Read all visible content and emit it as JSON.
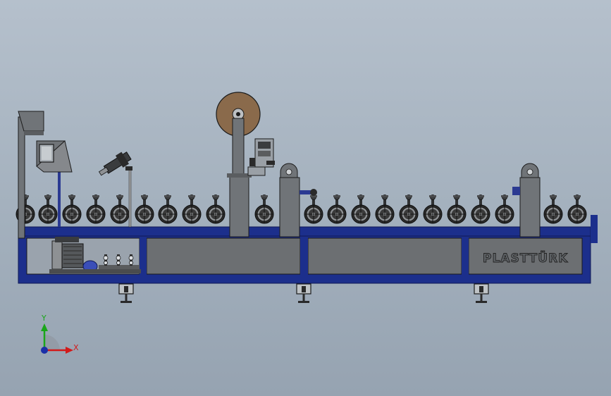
{
  "viewport": {
    "background": "#a3b0bd"
  },
  "model": {
    "brand_label": "PLASTTÜRK",
    "colors": {
      "frame_blue": "#1c2f8c",
      "panel_gray": "#6c6f72",
      "roller_dark": "#2a2a2a",
      "spool_brown": "#8a6a4b",
      "machine_gray": "#707478"
    }
  },
  "triad": {
    "y_label": "Y",
    "x_label": "X",
    "colors": {
      "x": "#d21a1a",
      "y": "#1aa61a",
      "z": "#1b2fa8"
    }
  }
}
